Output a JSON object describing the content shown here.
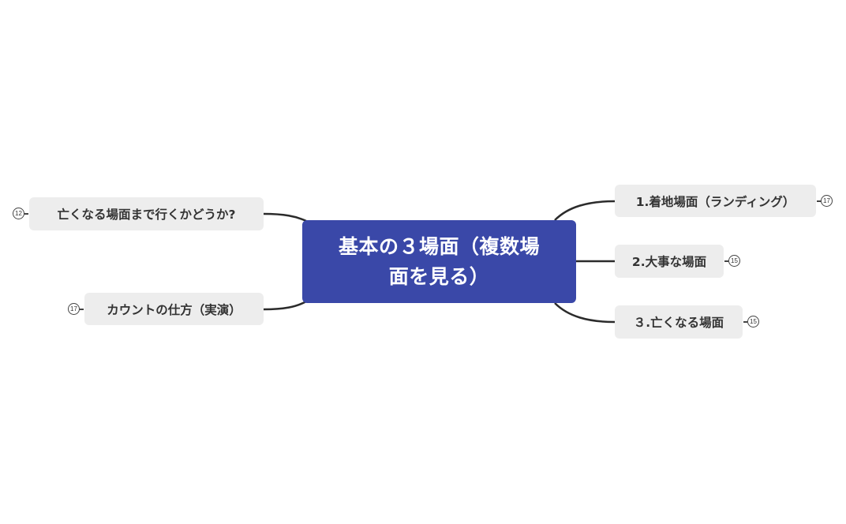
{
  "mindmap": {
    "central": {
      "title": "基本の３場面（複数場面を見る）",
      "line1": "基本の３場面（複数場",
      "line2": "面を見る）",
      "color": "#3a48a8"
    },
    "left_topics": [
      {
        "label": "亡くなる場面まで行くかどうか?",
        "count": "12"
      },
      {
        "label": "カウントの仕方（実演）",
        "count": "17"
      }
    ],
    "right_topics": [
      {
        "label": "1.着地場面（ランディング）",
        "count": "17"
      },
      {
        "label": "2.大事な場面",
        "count": "15"
      },
      {
        "label": "３.亡くなる場面",
        "count": "15"
      }
    ],
    "colors": {
      "topic_bg": "#ededed",
      "topic_text": "#333333",
      "connector": "#2b2b2b"
    }
  }
}
